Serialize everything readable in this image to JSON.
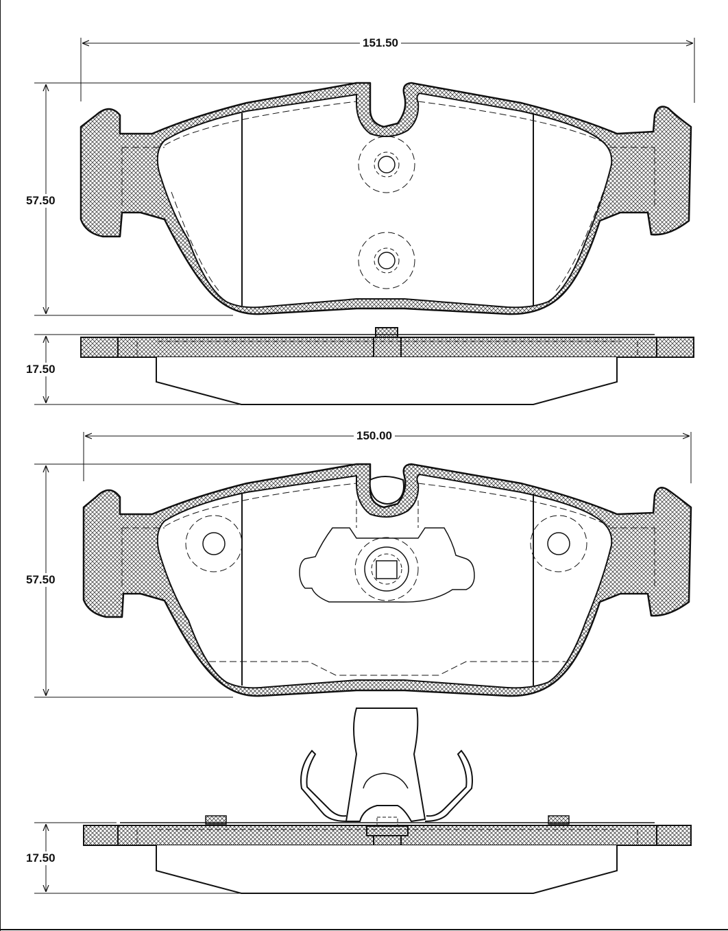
{
  "drawing": {
    "line_color": "#111111",
    "hatch_color": "#333333",
    "background": "#ffffff"
  },
  "dimensions": {
    "pad1_width": "151.50",
    "pad1_height": "57.50",
    "pad1_thickness": "17.50",
    "pad2_width": "150.00",
    "pad2_height": "57.50",
    "pad2_thickness": "17.50"
  }
}
